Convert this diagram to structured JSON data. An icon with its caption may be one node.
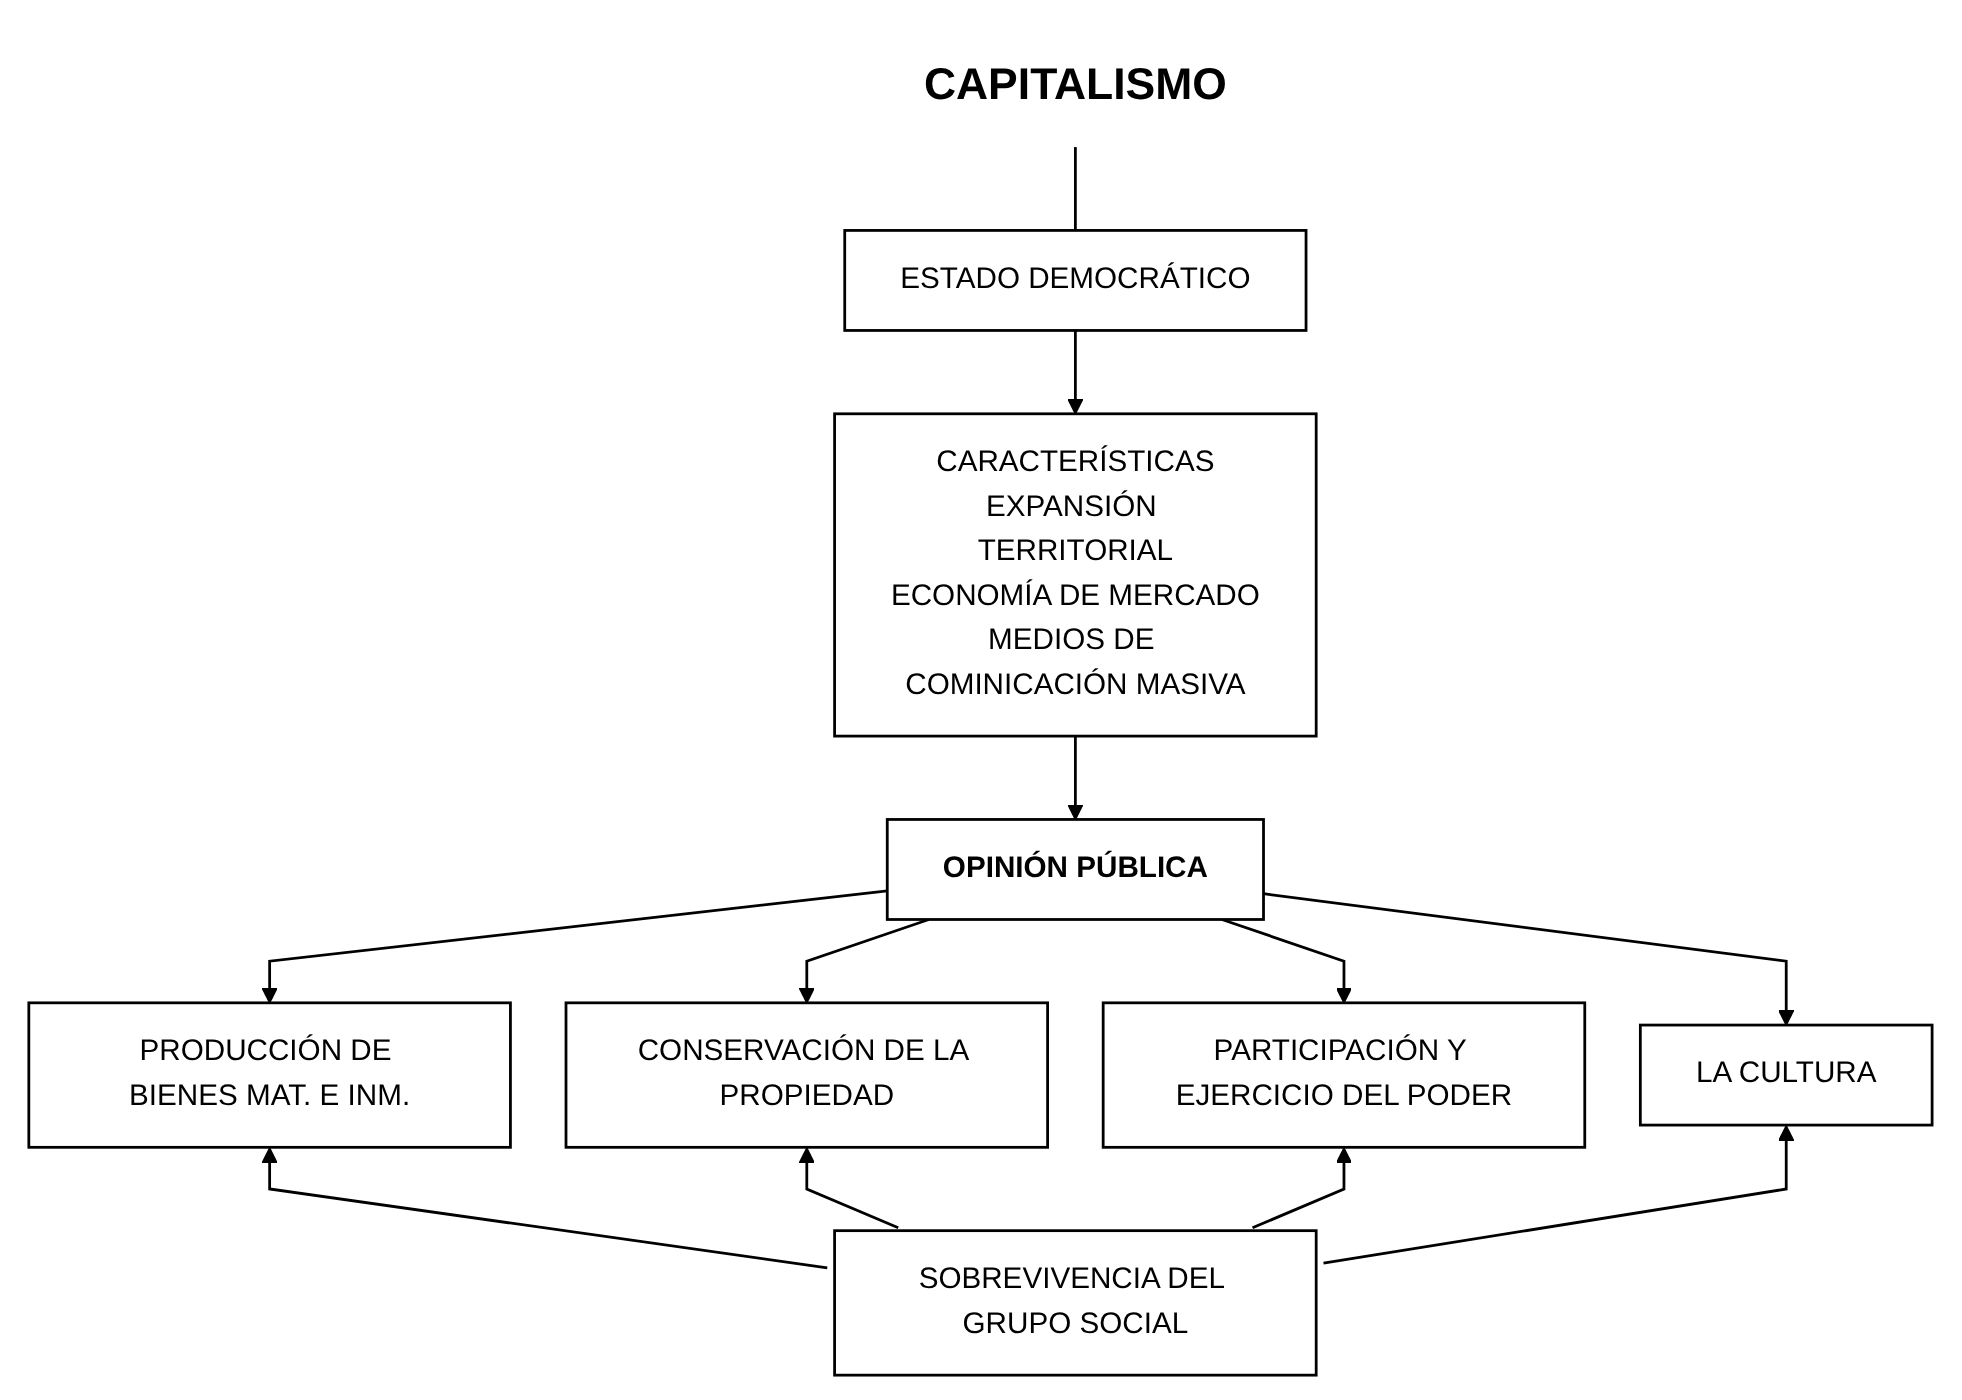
{
  "diagram": {
    "nodes": [
      {
        "text": [
          "CAPITALISMO"
        ]
      },
      {
        "text": [
          "ESTADO DEMOCRÁTICO"
        ]
      },
      {
        "text": [
          "CARACTERÍSTICAS",
          "EXPANSIÓN TERRITORIAL",
          "ECONOMÍA DE MERCADO",
          "MEDIOS DE COMINICACIÓN MASIVA"
        ]
      },
      {
        "text": [
          "OPINIÓN PÚBLICA"
        ]
      },
      {
        "text": [
          "PRODUCCIÓN DE BIENES MAT. E INM."
        ]
      },
      {
        "text": [
          "CONSERVACIÓN DE LA PROPIEDAD"
        ]
      },
      {
        "text": [
          "PARTICIPACIÓN Y EJERCICIO DEL PODER"
        ]
      },
      {
        "text": [
          "LA CULTURA"
        ]
      },
      {
        "text": [
          "SOBREVIVENCIA DEL GRUPO SOCIAL"
        ]
      }
    ],
    "edges": [
      {
        "from": 0,
        "to": 1,
        "arrow": "none"
      },
      {
        "from": 1,
        "to": 2,
        "arrow": "to"
      },
      {
        "from": 2,
        "to": 3,
        "arrow": "to"
      },
      {
        "from": 3,
        "to": 4,
        "arrow": "to"
      },
      {
        "from": 3,
        "to": 5,
        "arrow": "to"
      },
      {
        "from": 3,
        "to": 6,
        "arrow": "to"
      },
      {
        "from": 3,
        "to": 7,
        "arrow": "to"
      },
      {
        "from": 8,
        "to": 4,
        "arrow": "to"
      },
      {
        "from": 8,
        "to": 5,
        "arrow": "to"
      },
      {
        "from": 8,
        "to": 6,
        "arrow": "to"
      },
      {
        "from": 8,
        "to": 7,
        "arrow": "to"
      }
    ]
  }
}
